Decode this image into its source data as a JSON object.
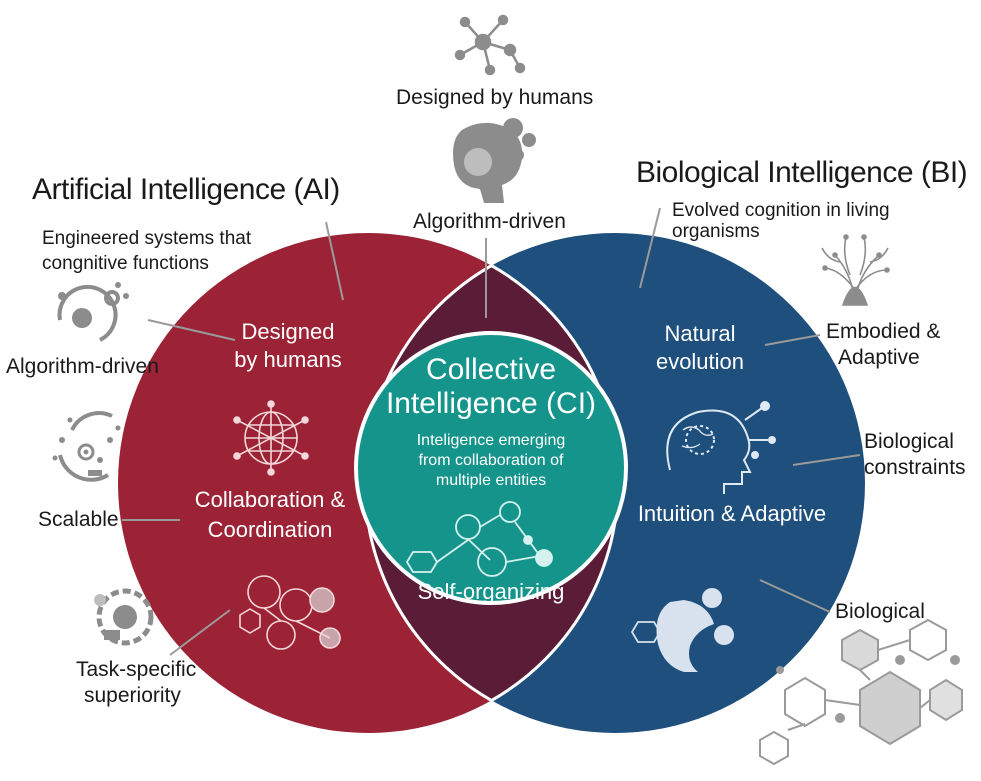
{
  "colors": {
    "ai_circle": "#9b2335",
    "bi_circle": "#1e4f7d",
    "ci_circle": "#15948c",
    "overlap": "#5a1c37",
    "icon_grey": "#8c8c8c"
  },
  "top": {
    "designed_by_humans": "Designed by humans",
    "algorithm_driven": "Algorithm-driven"
  },
  "ai": {
    "title": "Artificial Intelligence (AI)",
    "subtitle_line1": "Engineered systems that",
    "subtitle_line2": "congnitive functions",
    "side_algorithm": "Algorithm-driven",
    "side_scalable": "Scalable",
    "side_task_line1": "Task-specific",
    "side_task_line2": "superiority",
    "inner_designed_line1": "Designed",
    "inner_designed_line2": "by humans",
    "inner_collab_line1": "Collaboration &",
    "inner_collab_line2": "Coordination"
  },
  "ci": {
    "title_line1": "Collective",
    "title_line2": "Intelligence (CI)",
    "desc_line1": "Inteligence emerging",
    "desc_line2": "from collaboration of",
    "desc_line3": "multiple entities",
    "self_organizing": "Self-organizing"
  },
  "bi": {
    "title": "Biological Intelligence (BI)",
    "subtitle": "Evolved cognition in living organisms",
    "side_embodied_line1": "Embodied &",
    "side_embodied_line2": "Adaptive",
    "side_constraints_line1": "Biological",
    "side_constraints_line2": "constraints",
    "side_biological": "Biological",
    "inner_natural_line1": "Natural",
    "inner_natural_line2": "evolution",
    "inner_intuition": "Intuition & Adaptive"
  },
  "icons": [
    "molecule-network-icon",
    "brain-head-icon",
    "tree-brain-icon",
    "gear-cluster-icon",
    "circuit-dots-icon",
    "globe-network-icon",
    "hexagon-network-icon",
    "head-network-icon",
    "human-figure-icon",
    "hexagon-chain-icon"
  ]
}
